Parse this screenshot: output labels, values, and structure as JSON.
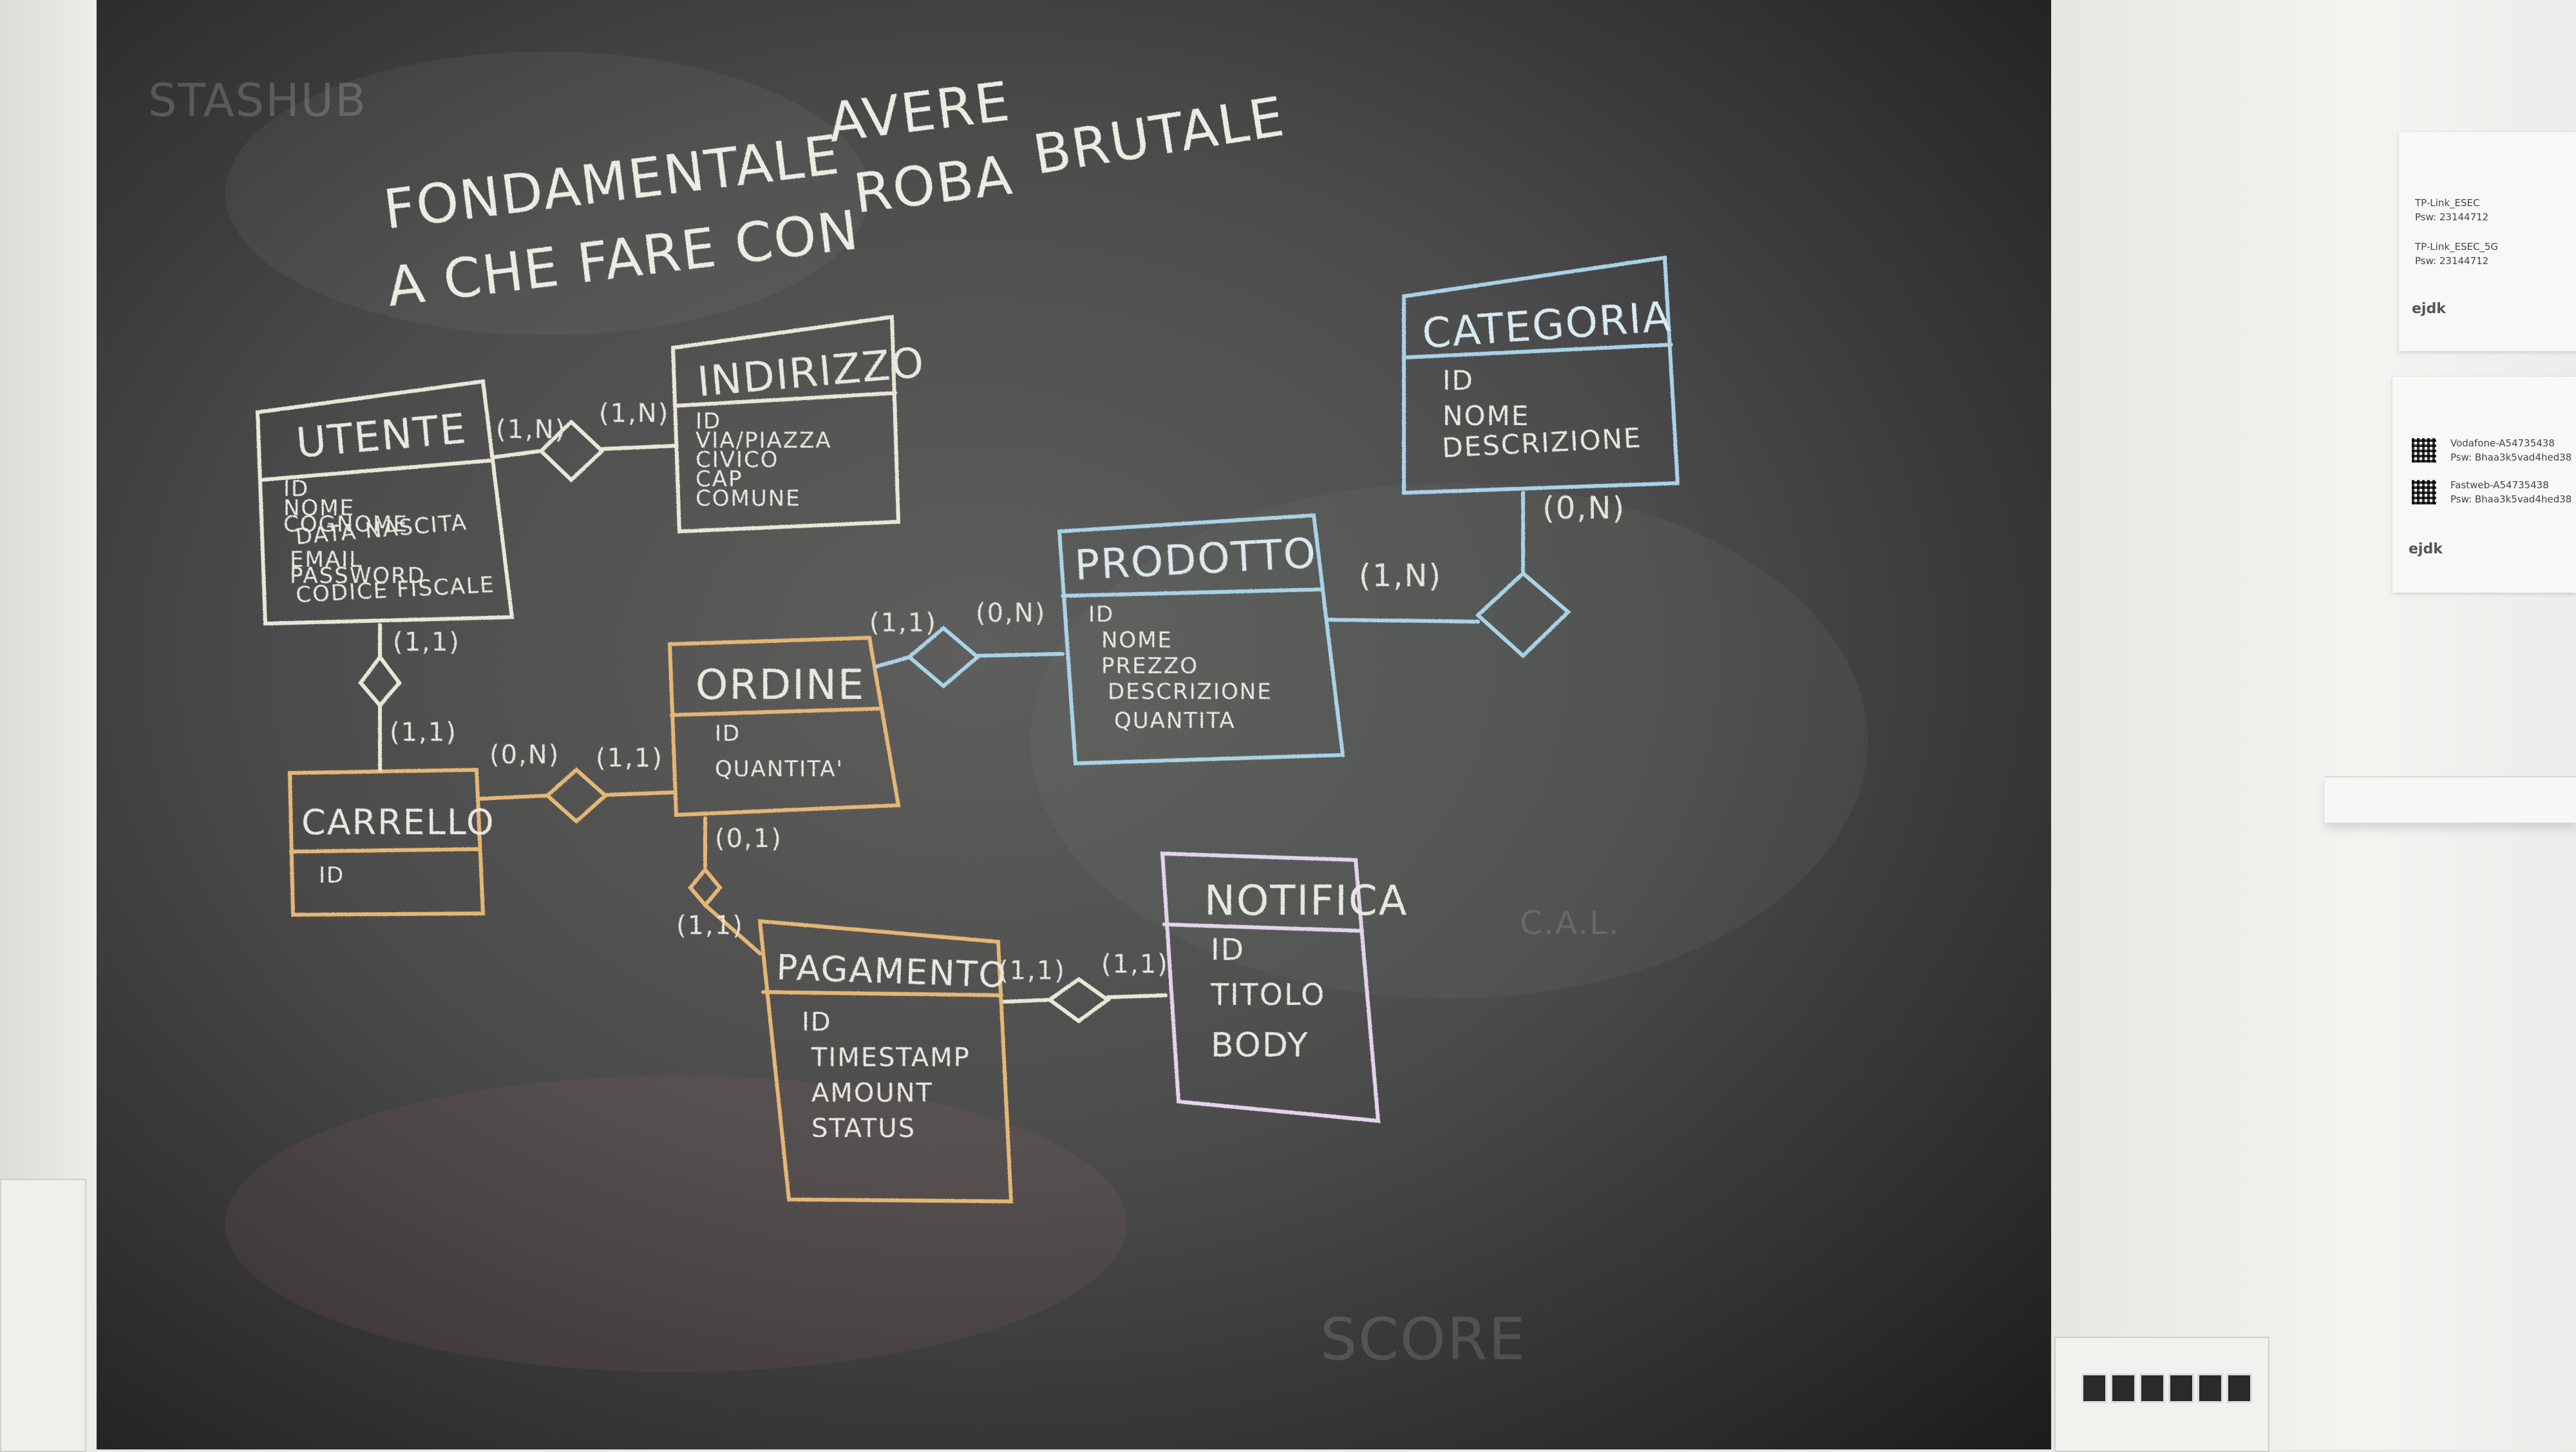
{
  "board": {
    "header_line_1_a": "FONDAMENTALE",
    "header_line_1_b": "AVERE",
    "header_line_2_a": "A CHE FARE CON",
    "header_line_2_b": "ROBA",
    "header_line_2_c": "BRUTALE",
    "faded_topleft": "STASHUB",
    "faded_middle_right": "C.A.L.",
    "faded_bottom": "SCORE"
  },
  "entities": {
    "utente": {
      "name": "UTENTE",
      "attrs": [
        "ID",
        "NOME",
        "COGNOME",
        "DATA NASCITA",
        "EMAIL",
        "PASSWORD",
        "CODICE FISCALE"
      ],
      "color": "#eae7d8"
    },
    "indirizzo": {
      "name": "INDIRIZZO",
      "attrs": [
        "ID",
        "VIA/PIAZZA",
        "CIVICO",
        "CAP",
        "COMUNE"
      ],
      "color": "#eae7d8"
    },
    "categoria": {
      "name": "CATEGORIA",
      "attrs": [
        "ID",
        "NOME",
        "DESCRIZIONE"
      ],
      "color": "#a9d3e6"
    },
    "prodotto": {
      "name": "PRODOTTO",
      "attrs": [
        "ID",
        "NOME",
        "PREZZO",
        "DESCRIZIONE",
        "QUANTITA"
      ],
      "color": "#a9d3e6"
    },
    "ordine": {
      "name": "ORDINE",
      "attrs": [
        "ID",
        "QUANTITA'"
      ],
      "color": "#e5b774"
    },
    "carrello": {
      "name": "CARRELLO",
      "attrs": [
        "ID"
      ],
      "color": "#e5b774"
    },
    "pagamento": {
      "name": "PAGAMENTO",
      "attrs": [
        "ID",
        "TIMESTAMP",
        "AMOUNT",
        "STATUS"
      ],
      "color": "#e5b774"
    },
    "notifica": {
      "name": "NOTIFICA",
      "attrs": [
        "ID",
        "TITOLO",
        "BODY"
      ],
      "color": "#e3d4ec"
    }
  },
  "cardinalities": {
    "utente_indirizzo_left": "(1,N)",
    "utente_indirizzo_right": "(1,N)",
    "utente_carrello_top": "(1,1)",
    "utente_carrello_bottom": "(1,1)",
    "carrello_ordine_left": "(0,N)",
    "carrello_ordine_right": "(1,1)",
    "ordine_prodotto_left": "(1,1)",
    "ordine_prodotto_right": "(0,N)",
    "prodotto_categoria_left": "(1,N)",
    "prodotto_categoria_top": "(0,N)",
    "ordine_pagamento_top": "(0,1)",
    "ordine_pagamento_bottom": "(1,1)",
    "pagamento_notifica_left": "(1,1)",
    "pagamento_notifica_right": "(1,1)"
  },
  "wifi_cards": {
    "card1": {
      "net1": "TP-Link_ESEC",
      "pw1": "Psw: 23144712",
      "net2": "TP-Link_ESEC_5G",
      "pw2": "Psw: 23144712",
      "logo": "ejdk"
    },
    "card2": {
      "net1": "Vodafone-A54735438",
      "pw1": "Psw: Bhaa3k5vad4hed38",
      "net2": "Fastweb-A54735438",
      "pw2": "Psw: Bhaa3k5vad4hed38",
      "logo": "ejdk"
    }
  }
}
